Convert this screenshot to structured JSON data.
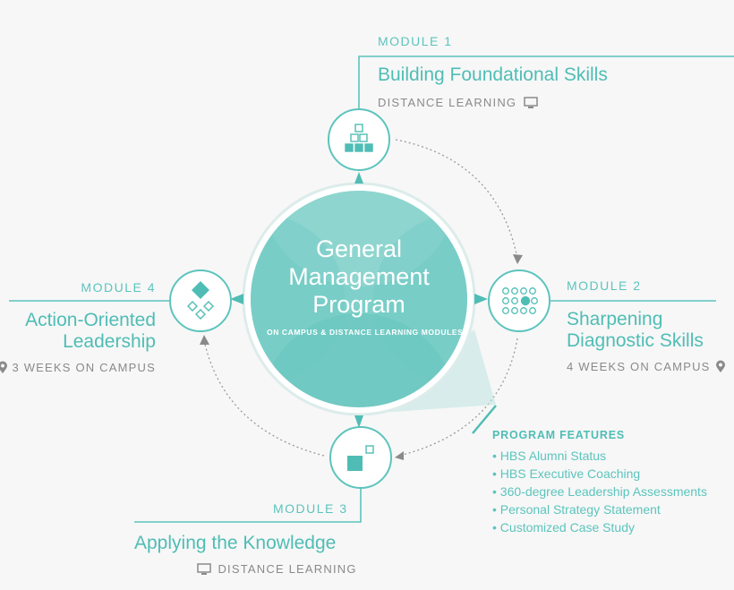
{
  "center": {
    "title": "General Management Program",
    "subtitle": "ON CAMPUS & DISTANCE LEARNING MODULES"
  },
  "modules": [
    {
      "label": "MODULE 1",
      "title": "Building Foundational Skills",
      "format": "DISTANCE LEARNING",
      "format_icon": "monitor-icon",
      "node_icon": "pyramid-squares-icon"
    },
    {
      "label": "MODULE 2",
      "title_lines": [
        "Sharpening",
        "Diagnostic Skills"
      ],
      "format": "4 WEEKS ON CAMPUS",
      "format_icon": "map-pin-icon",
      "node_icon": "dot-grid-icon"
    },
    {
      "label": "MODULE 3",
      "title": "Applying the Knowledge",
      "format": "DISTANCE LEARNING",
      "format_icon": "monitor-icon",
      "node_icon": "squares-icon"
    },
    {
      "label": "MODULE 4",
      "title_lines": [
        "Action-Oriented",
        "Leadership"
      ],
      "format": "3 WEEKS ON CAMPUS",
      "format_icon": "map-pin-icon",
      "node_icon": "diamonds-icon"
    }
  ],
  "features": {
    "heading": "PROGRAM FEATURES",
    "items": [
      "HBS Alumni Status",
      "HBS Executive Coaching",
      "360-degree Leadership Assessments",
      "Personal Strategy Statement",
      "Customized Case Study"
    ]
  },
  "colors": {
    "accent": "#4fbdb5",
    "center_fill": "#7fd0ca",
    "node_stroke": "#5cc4bd",
    "muted_text": "#8a8a8a",
    "background": "#f7f7f7"
  }
}
